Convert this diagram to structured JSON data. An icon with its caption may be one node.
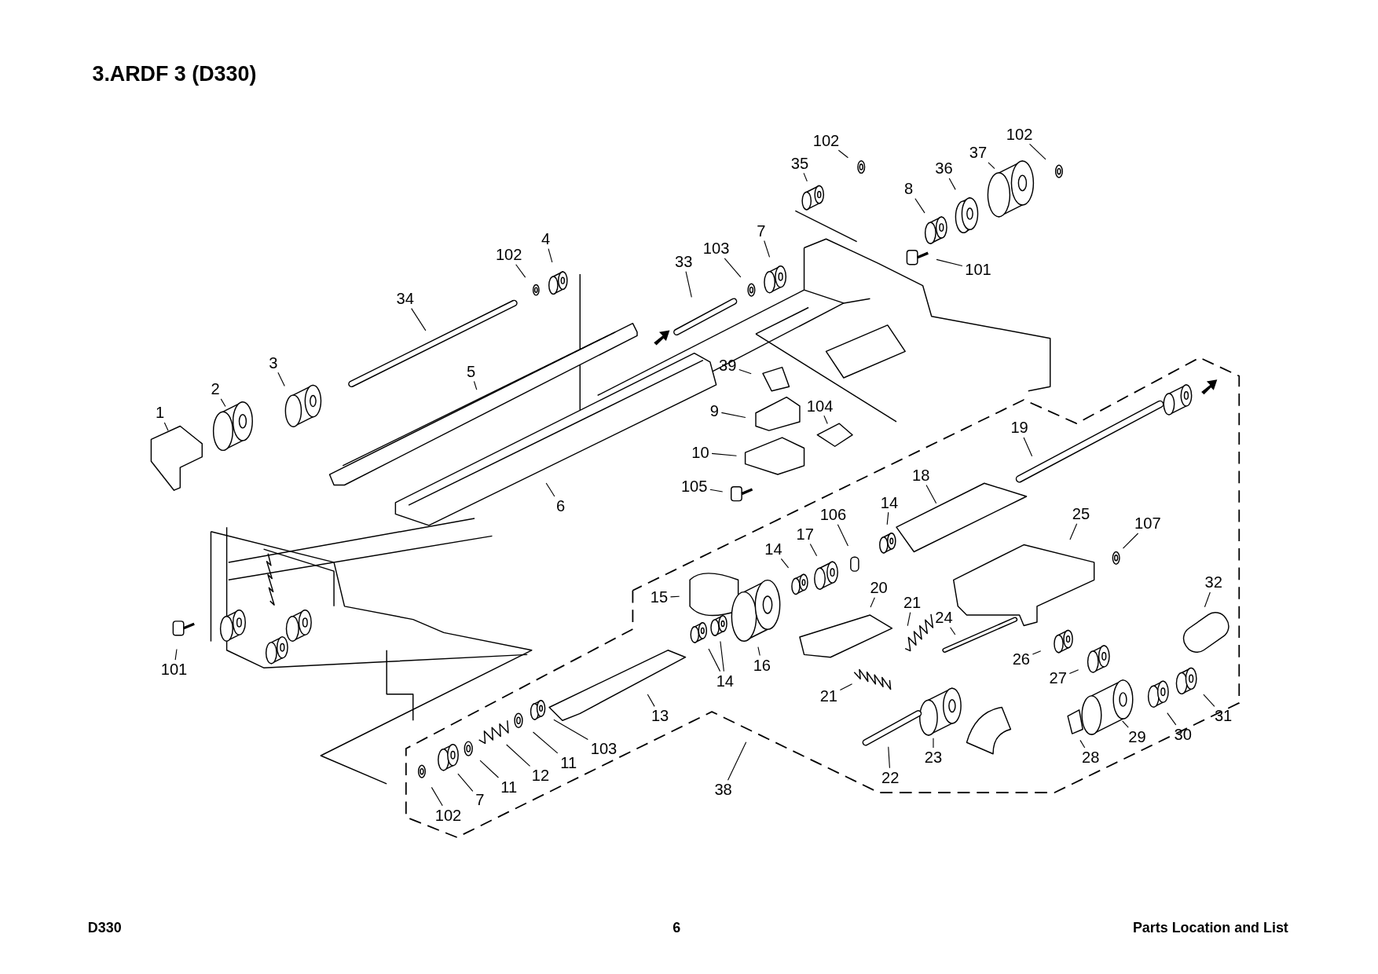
{
  "diagram": {
    "title": "3.ARDF 3 (D330)",
    "nodes": [
      {
        "text": [
          "1"
        ]
      },
      {
        "text": [
          "2"
        ]
      },
      {
        "text": [
          "3"
        ]
      },
      {
        "text": [
          "4"
        ]
      },
      {
        "text": [
          "102"
        ]
      },
      {
        "text": [
          "34"
        ]
      },
      {
        "text": [
          "5"
        ]
      },
      {
        "text": [
          "6"
        ]
      },
      {
        "text": [
          "33"
        ]
      },
      {
        "text": [
          "103"
        ]
      },
      {
        "text": [
          "7"
        ]
      },
      {
        "text": [
          "35"
        ]
      },
      {
        "text": [
          "102"
        ]
      },
      {
        "text": [
          "8"
        ]
      },
      {
        "text": [
          "36"
        ]
      },
      {
        "text": [
          "37"
        ]
      },
      {
        "text": [
          "102"
        ]
      },
      {
        "text": [
          "101"
        ]
      },
      {
        "text": [
          "39"
        ]
      },
      {
        "text": [
          "9"
        ]
      },
      {
        "text": [
          "104"
        ]
      },
      {
        "text": [
          "10"
        ]
      },
      {
        "text": [
          "105"
        ]
      },
      {
        "text": [
          "19"
        ]
      },
      {
        "text": [
          "18"
        ]
      },
      {
        "text": [
          "14"
        ]
      },
      {
        "text": [
          "106"
        ]
      },
      {
        "text": [
          "17"
        ]
      },
      {
        "text": [
          "14"
        ]
      },
      {
        "text": [
          "25"
        ]
      },
      {
        "text": [
          "107"
        ]
      },
      {
        "text": [
          "15"
        ]
      },
      {
        "text": [
          "20"
        ]
      },
      {
        "text": [
          "21"
        ]
      },
      {
        "text": [
          "24"
        ]
      },
      {
        "text": [
          "32"
        ]
      },
      {
        "text": [
          "16"
        ]
      },
      {
        "text": [
          "14"
        ]
      },
      {
        "text": [
          "26"
        ]
      },
      {
        "text": [
          "27"
        ]
      },
      {
        "text": [
          "13"
        ]
      },
      {
        "text": [
          "21"
        ]
      },
      {
        "text": [
          "31"
        ]
      },
      {
        "text": [
          "30"
        ]
      },
      {
        "text": [
          "29"
        ]
      },
      {
        "text": [
          "28"
        ]
      },
      {
        "text": [
          "103"
        ]
      },
      {
        "text": [
          "11"
        ]
      },
      {
        "text": [
          "12"
        ]
      },
      {
        "text": [
          "11"
        ]
      },
      {
        "text": [
          "7"
        ]
      },
      {
        "text": [
          "102"
        ]
      },
      {
        "text": [
          "22"
        ]
      },
      {
        "text": [
          "23"
        ]
      },
      {
        "text": [
          "38"
        ]
      },
      {
        "text": [
          "101"
        ]
      }
    ],
    "edges": [
      {
        "from": 0,
        "to": null,
        "arrow": "none"
      },
      {
        "from": 1,
        "to": null,
        "arrow": "none"
      },
      {
        "from": 2,
        "to": null,
        "arrow": "none"
      },
      {
        "from": 3,
        "to": null,
        "arrow": "none"
      },
      {
        "from": 4,
        "to": null,
        "arrow": "none"
      },
      {
        "from": 5,
        "to": null,
        "arrow": "none"
      },
      {
        "from": 6,
        "to": null,
        "arrow": "none"
      },
      {
        "from": 7,
        "to": null,
        "arrow": "none"
      },
      {
        "from": 8,
        "to": null,
        "arrow": "none"
      },
      {
        "from": 9,
        "to": null,
        "arrow": "none"
      },
      {
        "from": 10,
        "to": null,
        "arrow": "none"
      },
      {
        "from": 11,
        "to": null,
        "arrow": "none"
      },
      {
        "from": 12,
        "to": null,
        "arrow": "none"
      },
      {
        "from": 13,
        "to": null,
        "arrow": "none"
      },
      {
        "from": 14,
        "to": null,
        "arrow": "none"
      },
      {
        "from": 15,
        "to": null,
        "arrow": "none"
      },
      {
        "from": 16,
        "to": null,
        "arrow": "none"
      },
      {
        "from": 17,
        "to": null,
        "arrow": "none"
      },
      {
        "from": 18,
        "to": null,
        "arrow": "none"
      },
      {
        "from": 19,
        "to": null,
        "arrow": "none"
      },
      {
        "from": 20,
        "to": null,
        "arrow": "none"
      },
      {
        "from": 21,
        "to": null,
        "arrow": "none"
      },
      {
        "from": 22,
        "to": null,
        "arrow": "none"
      },
      {
        "from": 23,
        "to": null,
        "arrow": "none"
      },
      {
        "from": 24,
        "to": null,
        "arrow": "none"
      },
      {
        "from": 25,
        "to": null,
        "arrow": "none"
      },
      {
        "from": 26,
        "to": null,
        "arrow": "none"
      },
      {
        "from": 27,
        "to": null,
        "arrow": "none"
      },
      {
        "from": 28,
        "to": null,
        "arrow": "none"
      },
      {
        "from": 29,
        "to": null,
        "arrow": "none"
      },
      {
        "from": 30,
        "to": null,
        "arrow": "none"
      },
      {
        "from": 31,
        "to": null,
        "arrow": "none"
      },
      {
        "from": 32,
        "to": null,
        "arrow": "none"
      },
      {
        "from": 33,
        "to": null,
        "arrow": "none"
      },
      {
        "from": 34,
        "to": null,
        "arrow": "none"
      },
      {
        "from": 35,
        "to": null,
        "arrow": "none"
      },
      {
        "from": 36,
        "to": null,
        "arrow": "none"
      },
      {
        "from": 37,
        "to": null,
        "arrow": "none"
      },
      {
        "from": 37,
        "to": null,
        "arrow": "none"
      },
      {
        "from": 38,
        "to": null,
        "arrow": "none"
      },
      {
        "from": 39,
        "to": null,
        "arrow": "none"
      },
      {
        "from": 40,
        "to": null,
        "arrow": "none"
      },
      {
        "from": 41,
        "to": null,
        "arrow": "none"
      },
      {
        "from": 42,
        "to": null,
        "arrow": "none"
      },
      {
        "from": 43,
        "to": null,
        "arrow": "none"
      },
      {
        "from": 44,
        "to": null,
        "arrow": "none"
      },
      {
        "from": 45,
        "to": null,
        "arrow": "none"
      },
      {
        "from": 46,
        "to": null,
        "arrow": "none"
      },
      {
        "from": 47,
        "to": null,
        "arrow": "none"
      },
      {
        "from": 48,
        "to": null,
        "arrow": "none"
      },
      {
        "from": 49,
        "to": null,
        "arrow": "none"
      },
      {
        "from": 50,
        "to": null,
        "arrow": "none"
      },
      {
        "from": 51,
        "to": null,
        "arrow": "none"
      },
      {
        "from": 52,
        "to": null,
        "arrow": "none"
      },
      {
        "from": 53,
        "to": null,
        "arrow": "none"
      },
      {
        "from": 54,
        "to": null,
        "arrow": "none"
      },
      {
        "from": 55,
        "to": null,
        "arrow": "none"
      }
    ],
    "labels": [
      "D330",
      "6",
      "Parts Location and List"
    ]
  }
}
